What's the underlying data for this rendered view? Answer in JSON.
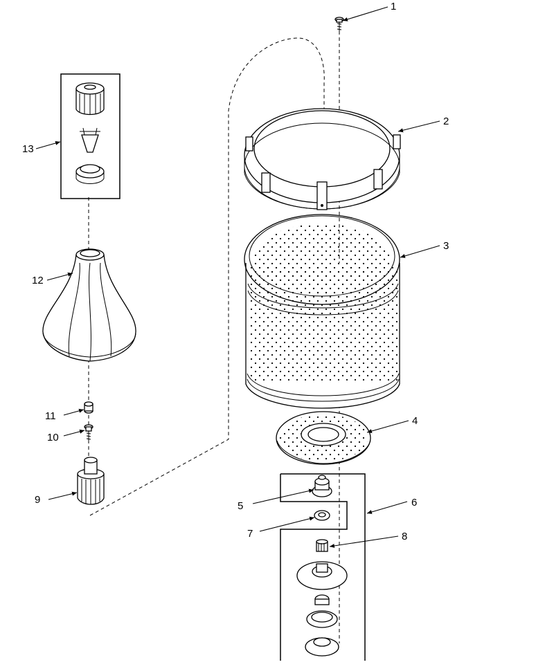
{
  "callouts": {
    "c1": "1",
    "c2": "2",
    "c3": "3",
    "c4": "4",
    "c5": "5",
    "c6": "6",
    "c7": "7",
    "c8": "8",
    "c9": "9",
    "c10": "10",
    "c11": "11",
    "c12": "12",
    "c13": "13"
  },
  "parts": [
    {
      "callout": "1",
      "icon": "screw-icon"
    },
    {
      "callout": "2",
      "icon": "balance-ring-icon"
    },
    {
      "callout": "3",
      "icon": "perforated-basket-icon"
    },
    {
      "callout": "4",
      "icon": "basket-base-plate-icon"
    },
    {
      "callout": "5",
      "icon": "hub-nut-icon"
    },
    {
      "callout": "6",
      "icon": "hub-assembly-kit-icon"
    },
    {
      "callout": "7",
      "icon": "washer-icon"
    },
    {
      "callout": "8",
      "icon": "spline-coupling-icon"
    },
    {
      "callout": "9",
      "icon": "agitator-drive-bell-icon"
    },
    {
      "callout": "10",
      "icon": "agitator-bolt-icon"
    },
    {
      "callout": "11",
      "icon": "spacer-icon"
    },
    {
      "callout": "12",
      "icon": "agitator-icon"
    },
    {
      "callout": "13",
      "icon": "agitator-cap-kit-icon"
    }
  ]
}
